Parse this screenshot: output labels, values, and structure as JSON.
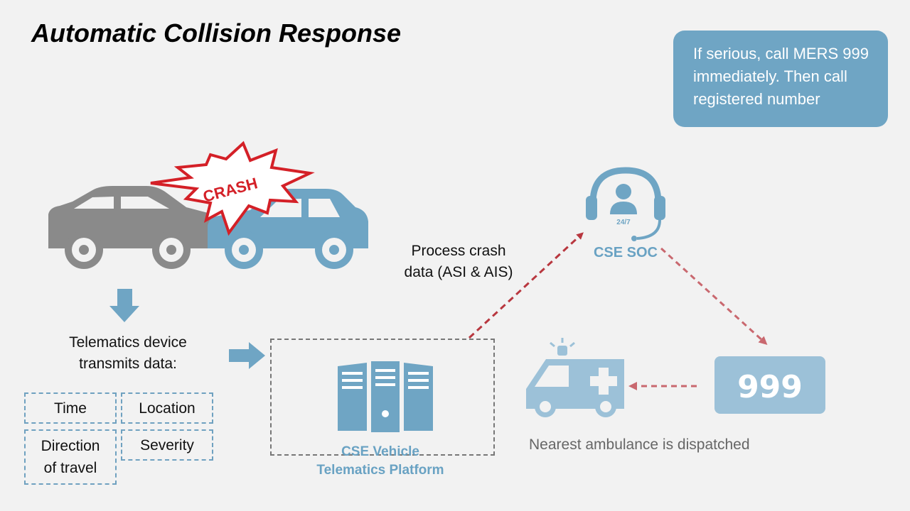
{
  "title": "Automatic Collision Response",
  "callout": {
    "text": "If serious, call MERS 999 immediately. Then call registered number"
  },
  "crash": {
    "label": "CRASH"
  },
  "telematics": {
    "caption_line1": "Telematics device",
    "caption_line2": "transmits data:",
    "fields": {
      "time": "Time",
      "location": "Location",
      "direction_line1": "Direction",
      "direction_line2": "of travel",
      "severity": "Severity"
    }
  },
  "platform": {
    "label_line1": "CSE Vehicle",
    "label_line2": "Telematics Platform"
  },
  "process": {
    "line1": "Process crash",
    "line2": "data (ASI & AIS)"
  },
  "soc": {
    "label": "CSE SOC",
    "badge": "24/7"
  },
  "emergency": {
    "number": "999"
  },
  "ambulance": {
    "caption": "Nearest ambulance is dispatched"
  },
  "colors": {
    "accent_blue": "#6fa5c4",
    "grey_car": "#8a8a8a",
    "crash_red": "#d42027",
    "dashed_red": "#b8373f"
  },
  "icons": [
    "grey-car-icon",
    "blue-car-icon",
    "crash-burst-icon",
    "down-arrow-icon",
    "right-arrow-icon",
    "server-icon",
    "headset-agent-icon",
    "ambulance-icon"
  ]
}
